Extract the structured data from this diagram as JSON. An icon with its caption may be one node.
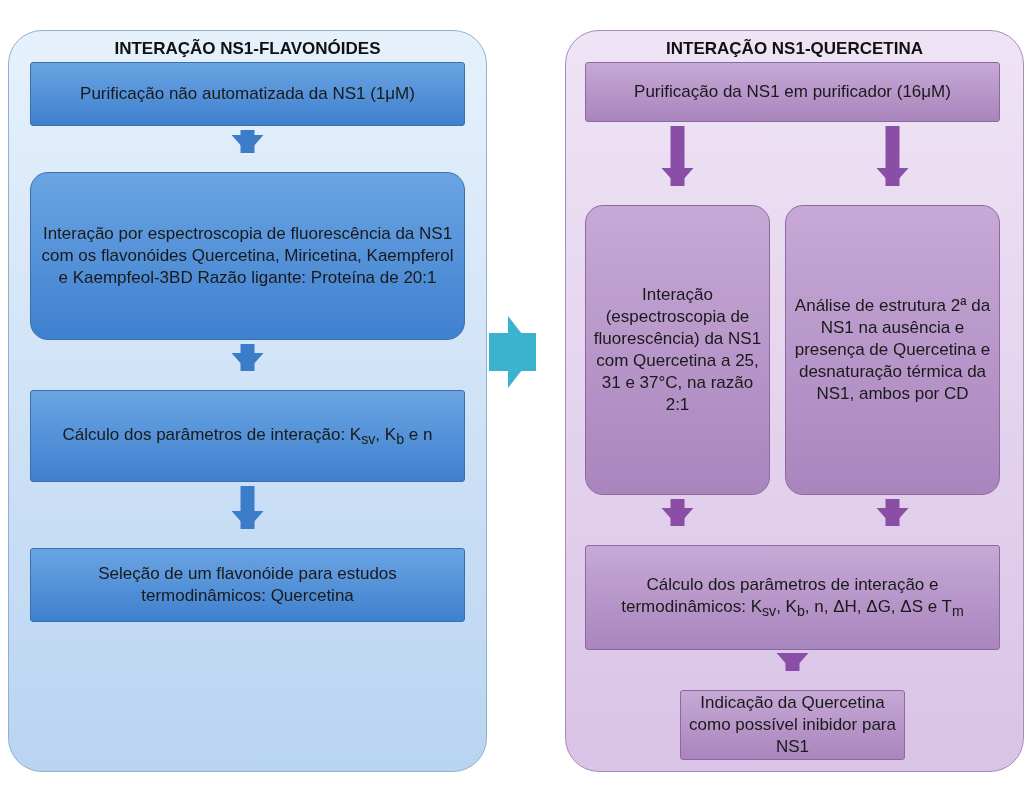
{
  "diagram": {
    "nodes": [
      {
        "text": [
          "INTERAÇÃO NS1-FLAVONÓIDES"
        ]
      },
      {
        "text": [
          "Purificação não automatizada da NS1 (1μM)"
        ],
        "in": 0
      },
      {
        "text": [
          "Interação por espectroscopia de fluorescência da NS1 com os flavonóides Quercetina, Miricetina, Kaempferol e Kaempfeol-3BD Razão ligante: Proteína de 20:1"
        ],
        "in": 0
      },
      {
        "text": [
          "Cálculo dos parâmetros de interação: K$_{sv}$, K$_{b}$ e n"
        ],
        "in": 0
      },
      {
        "text": [
          "Seleção de um flavonóide para estudos termodinâmicos: Quercetina"
        ],
        "in": 0
      },
      {
        "text": [
          "INTERAÇÃO NS1-QUERCETINA"
        ]
      },
      {
        "text": [
          "Purificação da NS1 em purificador (16μM)"
        ],
        "in": 5
      },
      {
        "text": [
          "Interação (espectroscopia de fluorescência) da NS1 com Quercetina a 25, 31 e 37°C, na razão 2:1"
        ],
        "in": 5
      },
      {
        "text": [
          "Análise de estrutura 2ª da NS1 na ausência e presença de Quercetina e desnaturação térmica da NS1, ambos por CD"
        ],
        "in": 5
      },
      {
        "text": [
          "Cálculo dos parâmetros de interação e termodinâmicos: K$_{sv}$, K$_{b}$, n, ΔH, ΔG, ΔS e T$_{m}$"
        ],
        "in": 5
      },
      {
        "text": [
          "Indicação da Quercetina como possível inibidor para NS1"
        ],
        "in": 5
      }
    ],
    "edges": [
      {
        "from": 1,
        "to": 2,
        "arrow": "to",
        "color": "#3d7cc9"
      },
      {
        "from": 2,
        "to": 3,
        "arrow": "to",
        "color": "#3d7cc9"
      },
      {
        "from": 3,
        "to": 4,
        "arrow": "to",
        "color": "#3d7cc9"
      },
      {
        "from": 0,
        "to": 5,
        "arrow": "to",
        "style": "thick",
        "color": "#3bb3cf"
      },
      {
        "from": 6,
        "to": 7,
        "arrow": "to"
      },
      {
        "from": 6,
        "to": 8,
        "arrow": "to"
      },
      {
        "from": 7,
        "to": 9,
        "arrow": "to"
      },
      {
        "from": 8,
        "to": 9,
        "arrow": "to"
      },
      {
        "from": 9,
        "to": 10,
        "arrow": "to"
      }
    ]
  }
}
